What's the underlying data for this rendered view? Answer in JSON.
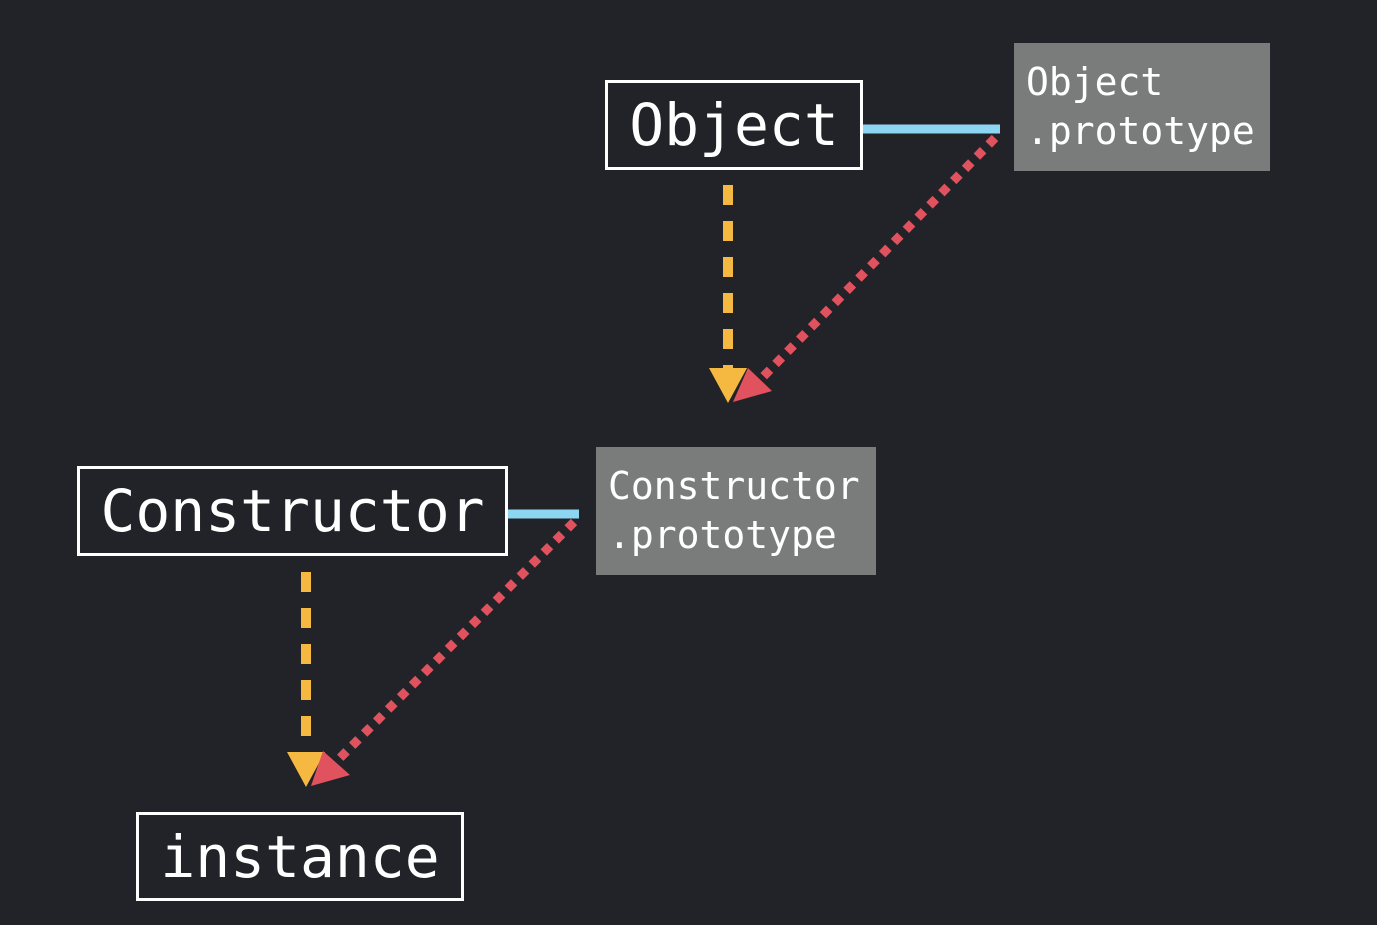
{
  "nodes": {
    "object": "Object",
    "constructor": "Constructor",
    "instance": "instance"
  },
  "prototypes": {
    "object_prototype": {
      "line1": "Object",
      "line2": ".prototype"
    },
    "constructor_prototype": {
      "line1": "Constructor",
      "line2": ".prototype"
    }
  },
  "colors": {
    "background": "#222328",
    "box_border": "#ffffff",
    "prototype_fill": "#7a7c7b",
    "link_line": "#8dd6f2",
    "constructor_arrow": "#f5b841",
    "proto_arrow": "#e0525e"
  }
}
